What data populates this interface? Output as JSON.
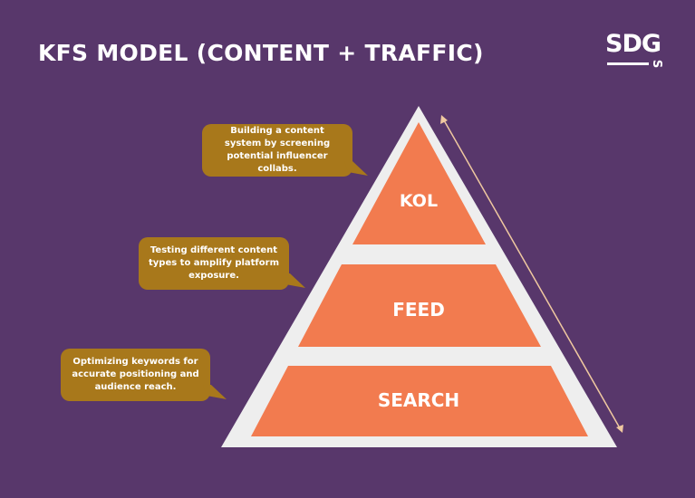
{
  "header": {
    "title": "KFS MODEL (CONTENT + TRAFFIC)",
    "logo_text": "SDG",
    "logo_sub": "S"
  },
  "pyramid": {
    "layers": [
      {
        "id": "kol",
        "label": "KOL",
        "description": "Building a content system by screening potential influencer collabs."
      },
      {
        "id": "feed",
        "label": "FEED",
        "description": "Testing different content types to amplify platform exposure."
      },
      {
        "id": "search",
        "label": "SEARCH",
        "description": "Optimizing keywords for accurate positioning and audience reach."
      }
    ]
  },
  "colors": {
    "background": "#58376b",
    "layer_fill": "#f27b4f",
    "pyramid_frame": "#eeeeee",
    "bubble": "#a8781b",
    "arrow": "#f0c9a0"
  }
}
